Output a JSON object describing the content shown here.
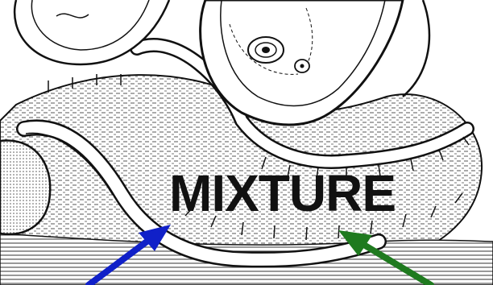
{
  "diagram": {
    "label": "MIXTURE",
    "arrows": [
      {
        "name": "blue-arrow",
        "color": "#1020c8"
      },
      {
        "name": "green-arrow",
        "color": "#1f7a1f"
      }
    ],
    "colors": {
      "ink": "#111111",
      "fill_hatch": "#6a6a6a",
      "paper": "#ffffff"
    }
  }
}
